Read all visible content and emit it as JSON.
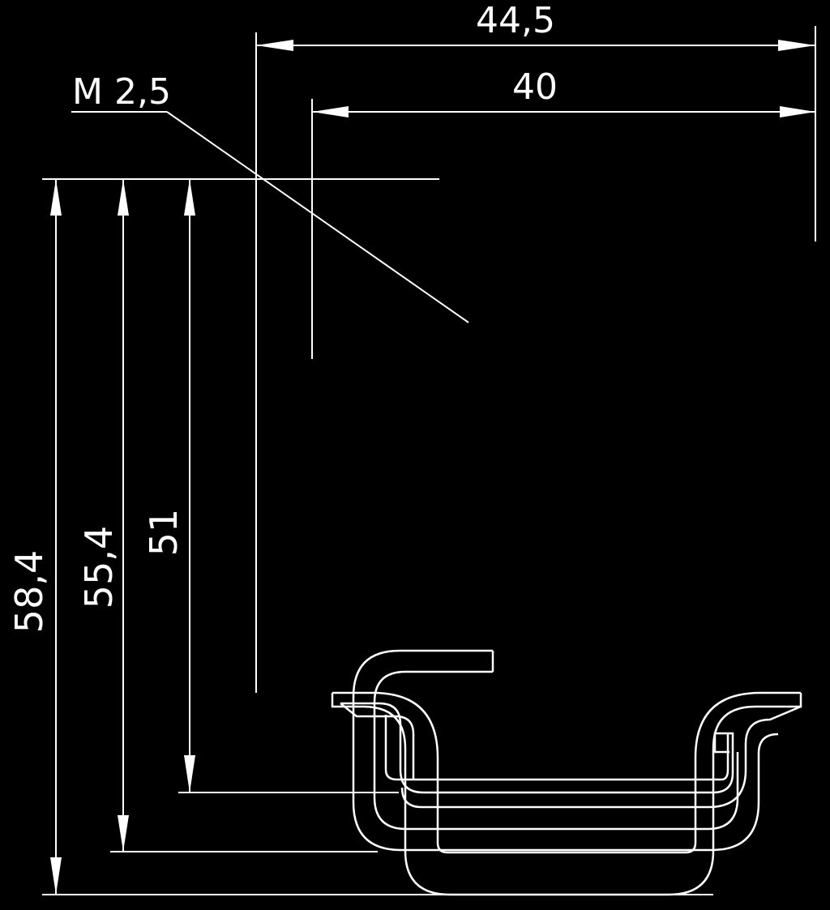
{
  "drawing": {
    "background": "#000000",
    "line_color": "#ffffff",
    "dimensions": {
      "width_outer": "44,5",
      "width_inner": "40",
      "thread": "M 2,5",
      "height_outer": "58,4",
      "height_middle": "55,4",
      "height_inner": "51"
    }
  }
}
